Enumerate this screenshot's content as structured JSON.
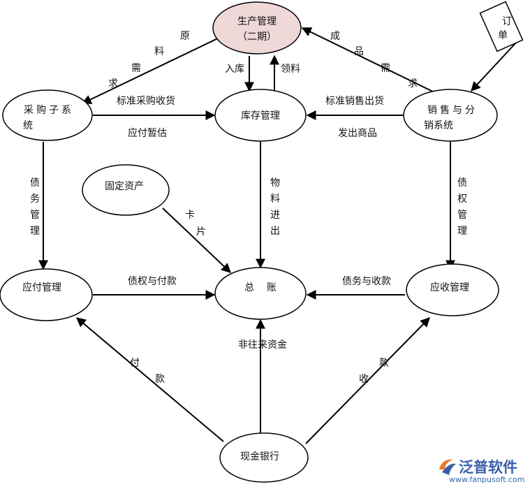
{
  "colors": {
    "highlight_node_fill": "#eed8d8",
    "line": "#000000",
    "logo_blue": "#3a5fa8",
    "logo_orange": "#e8762c"
  },
  "nodes": {
    "production": {
      "line1": "生产管理",
      "line2": "（二期）"
    },
    "purchase": {
      "line1": "采购子系",
      "line2": "统"
    },
    "inventory": {
      "label": "库存管理"
    },
    "sales": {
      "line1": "销售与分",
      "line2": "销系统"
    },
    "fixed_assets": {
      "label": "固定资产"
    },
    "payable": {
      "label": "应付管理"
    },
    "ledger": {
      "label": "总    账"
    },
    "receivable": {
      "label": "应收管理"
    },
    "cash_bank": {
      "label": "现金银行"
    },
    "order": {
      "line1": "订",
      "line2": "单"
    }
  },
  "edges": {
    "material_demand": [
      "原",
      "料",
      "需",
      "求"
    ],
    "product_demand": [
      "成",
      "品",
      "需",
      "求"
    ],
    "stock_in": "入库",
    "pick_material": "领料",
    "std_purchase_receipt": "标准采购收货",
    "payable_provisional": "应付暂估",
    "std_sales_outbound": "标准销售出货",
    "ship_goods": "发出商品",
    "debt_mgmt": [
      "债",
      "务",
      "管",
      "理"
    ],
    "goods_in_out": [
      "物",
      "料",
      "进",
      "出"
    ],
    "claim_mgmt": [
      "债",
      "权",
      "管",
      "理"
    ],
    "card": [
      "卡",
      "片"
    ],
    "claim_payment": "债权与付款",
    "debt_collection": "债务与收款",
    "non_transaction_funds": "非往来资金",
    "payment": [
      "付",
      "款"
    ],
    "collection": [
      "款",
      "收"
    ]
  },
  "watermark": {
    "brand": "泛普软件",
    "url": "www.fanpusoft.com"
  }
}
